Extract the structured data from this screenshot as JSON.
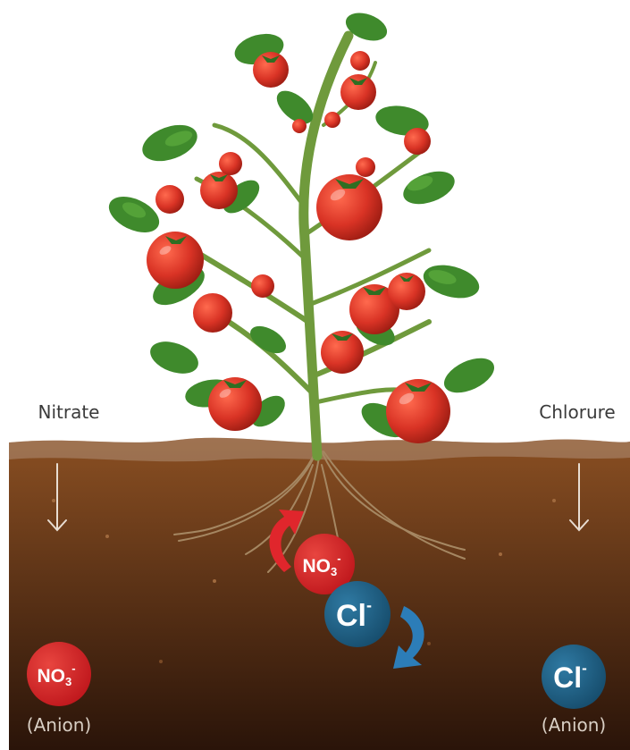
{
  "labels": {
    "left_title": "Nitrate",
    "right_title": "Chlorure",
    "left_anion": "(Anion)",
    "right_anion": "(Anion)"
  },
  "ions": {
    "nitrate_main": "NO",
    "nitrate_sub": "3",
    "nitrate_sup": "-",
    "chloride_main": "Cl",
    "chloride_sup": "-"
  },
  "colors": {
    "nitrate": "#d6272b",
    "chloride": "#1e5e82",
    "arrow_red": "#e0262c",
    "arrow_blue": "#2c7db8",
    "soil_top": "#8a4f22",
    "soil_bottom": "#2a1409",
    "leaf": "#3f8a2c",
    "stem": "#6f9a3c",
    "tomato": "#d93325",
    "label_text": "#3a3a3a"
  },
  "icons": {
    "plant": "tomato-plant-icon",
    "down_arrow": "down-arrow-icon",
    "uptake_arrow": "curved-arrow-icon"
  }
}
